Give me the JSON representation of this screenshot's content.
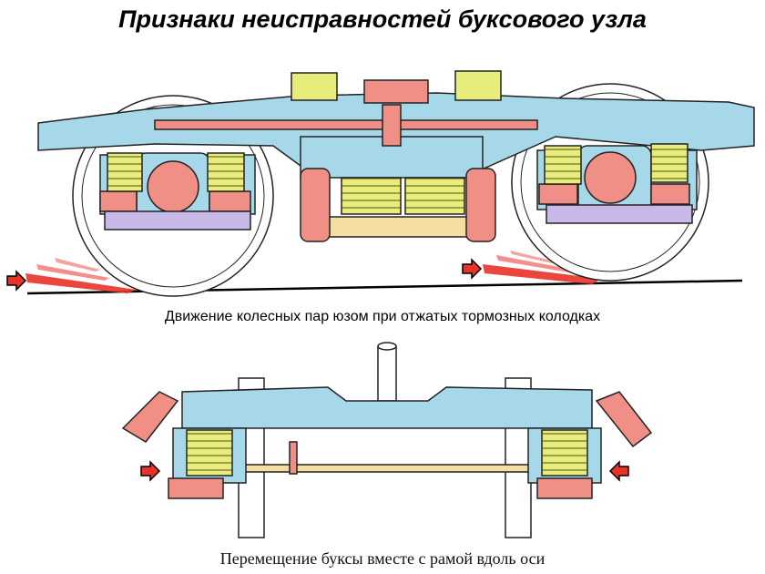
{
  "title": "Признаки неисправностей буксового узла",
  "figure1": {
    "caption": "Движение колесных пар юзом при отжатых тормозных колодках"
  },
  "figure2": {
    "caption": "Перемещение буксы вместе с рамой вдоль оси"
  },
  "colors": {
    "frame": "#a6d8ea",
    "spring": "#e7ec7a",
    "pad": "#ef8f86",
    "bolster_bottom": "#c8b8e8",
    "axle": "#f4dfa0",
    "skid_mark": "#e8332a",
    "outline": "#222222"
  },
  "icons": [
    "arrow-right-icon",
    "arrow-left-icon"
  ]
}
